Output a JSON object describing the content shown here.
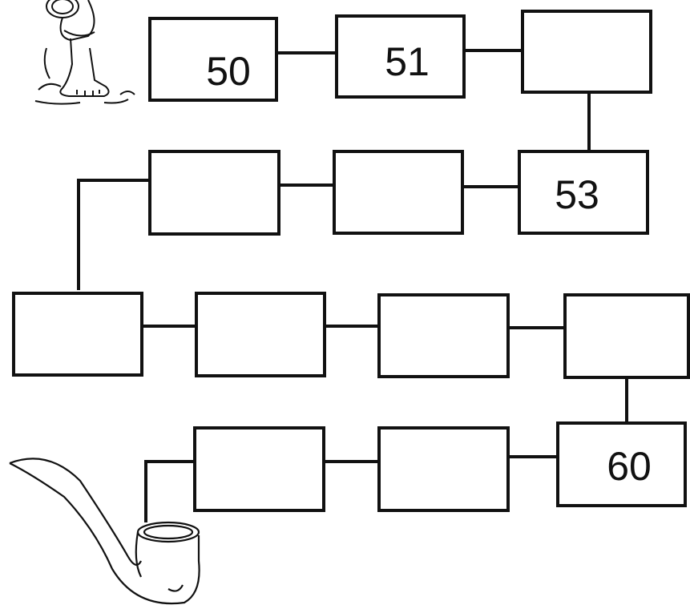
{
  "worksheet": {
    "boxes": [
      {
        "id": "b1",
        "label": "50"
      },
      {
        "id": "b2",
        "label": "51"
      },
      {
        "id": "b3",
        "label": ""
      },
      {
        "id": "b4",
        "label": "53"
      },
      {
        "id": "b5",
        "label": ""
      },
      {
        "id": "b6",
        "label": ""
      },
      {
        "id": "b7",
        "label": ""
      },
      {
        "id": "b8",
        "label": ""
      },
      {
        "id": "b9",
        "label": ""
      },
      {
        "id": "b10",
        "label": ""
      },
      {
        "id": "b11",
        "label": "60"
      },
      {
        "id": "b12",
        "label": ""
      },
      {
        "id": "b13",
        "label": ""
      }
    ],
    "path_order": [
      "b1",
      "b2",
      "b3",
      "b4",
      "b5",
      "b6",
      "b7",
      "b8",
      "b9",
      "b10",
      "b11",
      "b12",
      "b13"
    ],
    "start_picture": "baby-foot-icon",
    "end_picture": "smoking-pipe-icon",
    "line_color": "#111111"
  }
}
